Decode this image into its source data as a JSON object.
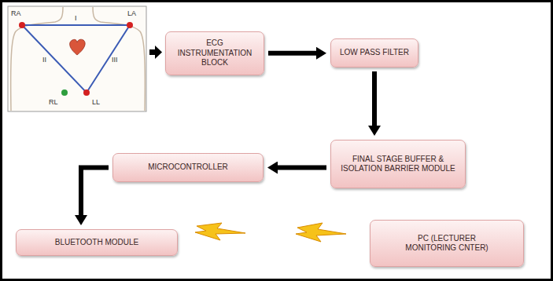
{
  "diagram": {
    "nodes": [
      {
        "text": [
          "ECG INSTRUMENTATION BLOCK"
        ]
      },
      {
        "text": [
          "LOW PASS FILTER"
        ]
      },
      {
        "text": [
          "FINAL STAGE BUFFER & ISOLATION BARRIER MODULE"
        ]
      },
      {
        "text": [
          "MICROCONTROLLER"
        ]
      },
      {
        "text": [
          "BLUETOOTH MODULE"
        ]
      },
      {
        "text": [
          "PC (LECTURER MONITORING CNTER)"
        ]
      }
    ],
    "edges": [
      {
        "from": 0,
        "to": 1,
        "arrow": "to"
      },
      {
        "from": 1,
        "to": 2,
        "arrow": "to"
      },
      {
        "from": 2,
        "to": 3,
        "arrow": "to"
      },
      {
        "from": 3,
        "to": 4,
        "arrow": "to"
      }
    ],
    "labels": [
      "RA",
      "LA",
      "I",
      "II",
      "III",
      "RL",
      "LL"
    ]
  }
}
